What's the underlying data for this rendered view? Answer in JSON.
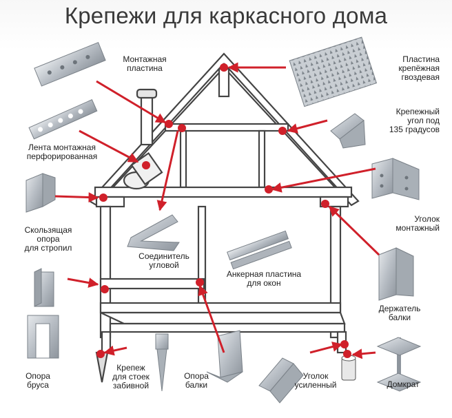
{
  "title": "Крепежи для каркасного дома",
  "colors": {
    "accent": "#d0202a",
    "structure": "#444444",
    "metal": "#b9bfc6"
  },
  "labels": {
    "montage_plate": [
      "Монтажная",
      "пластина"
    ],
    "nail_plate": [
      "Пластина",
      "крепёжная",
      "гвоздевая"
    ],
    "angle135": [
      "Крепежный",
      "угол под",
      "135 градусов"
    ],
    "perforated_tape": [
      "Лента монтажная",
      "перфорированная"
    ],
    "sliding_support": [
      "Скользящая",
      "опора",
      "для стропил"
    ],
    "corner_connector": [
      "Соединитель",
      "угловой"
    ],
    "anchor_plate": [
      "Анкерная пластина",
      "для окон"
    ],
    "mount_angle": [
      "Уголок",
      "монтажный"
    ],
    "beam_holder": [
      "Держатель",
      "балки"
    ],
    "timber_support": [
      "Опора",
      "бруса"
    ],
    "post_fastener": [
      "Крепеж",
      "для стоек",
      "забивной"
    ],
    "beam_support": [
      "Опора",
      "балки"
    ],
    "reinforced_angle": [
      "Уголок",
      "усиленный"
    ],
    "jack": [
      "Домкрат"
    ]
  }
}
